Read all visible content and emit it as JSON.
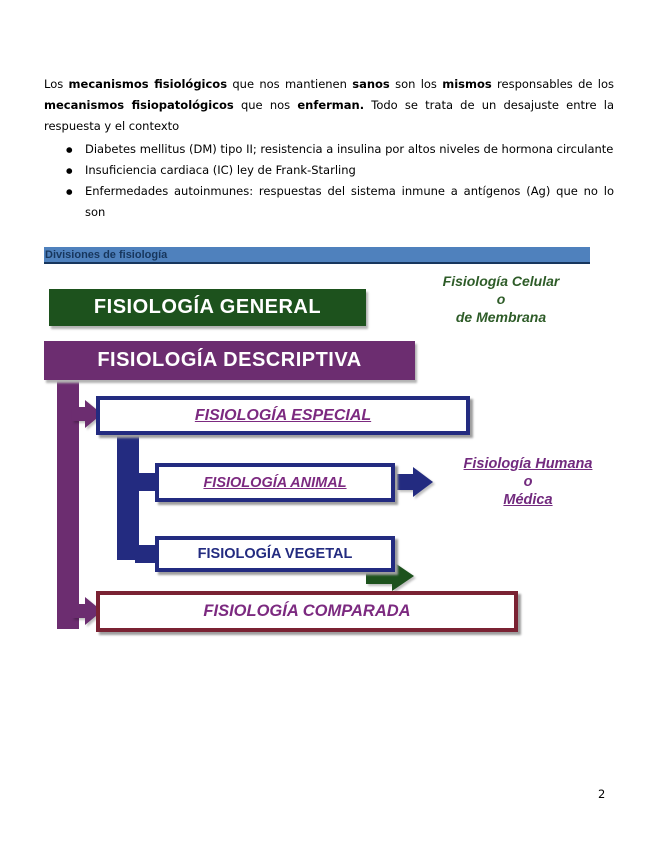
{
  "colors": {
    "heading_bar": "#4f81bd",
    "heading_text": "#17365d",
    "green": "#1d521d",
    "green_label_text": "#2e5c28",
    "purple": "#6c2d70",
    "purple_box_text": "#7c2a80",
    "navy": "#232b80",
    "maroon": "#7a2233"
  },
  "intro": {
    "s1": "Los ",
    "s2": "mecanismos fisiológicos",
    "s3": " que nos mantienen ",
    "s4": "sanos",
    "s5": "  son los ",
    "s6": "mismos",
    "s7": " responsables de los ",
    "s8": "mecanismos fisiopatológicos",
    "s9": "  que nos ",
    "s10": "enferman.",
    "s11": "  Todo se trata de un desajuste entre la respuesta y el contexto"
  },
  "bullets": [
    "Diabetes mellitus (DM) tipo II; resistencia a insulina por altos niveles de hormona circulante",
    "Insuficiencia cardiaca (IC) ley de Frank-Starling",
    "Enfermedades autoinmunes: respuestas del sistema inmune a antígenos (Ag) que no lo son"
  ],
  "section_heading": "Divisiones de fisiología",
  "diagram": {
    "general": "FISIOLOGÍA GENERAL",
    "celular_line1": "Fisiología Celular",
    "celular_line2": "o",
    "celular_line3": "de Membrana",
    "descriptiva": "FISIOLOGÍA DESCRIPTIVA",
    "especial": "FISIOLOGÍA ESPECIAL",
    "animal": "FISIOLOGÍA ANIMAL",
    "humana_line1": "Fisiología Humana",
    "humana_line2": "o",
    "humana_line3": "Médica",
    "vegetal": "FISIOLOGÍA VEGETAL",
    "comparada": "FISIOLOGÍA COMPARADA"
  },
  "page_number": "2"
}
